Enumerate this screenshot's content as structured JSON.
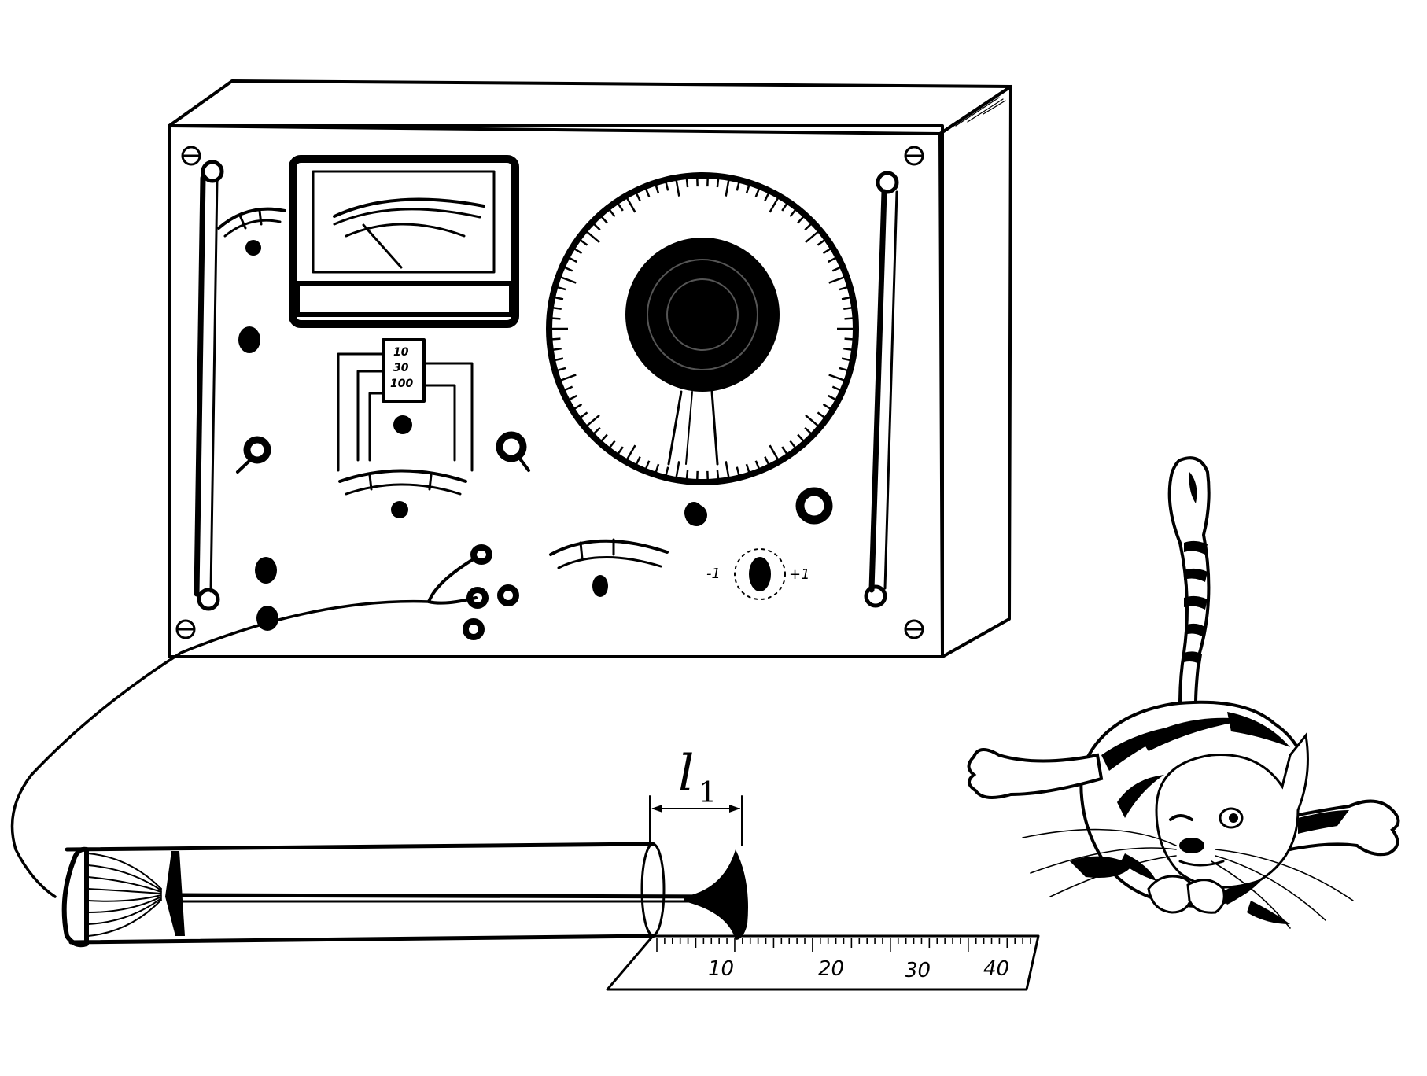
{
  "dimension": {
    "symbol": "l",
    "subscript": "1"
  },
  "ruler": {
    "labels": [
      "10",
      "20",
      "30",
      "40"
    ]
  },
  "range_switch": {
    "labels": [
      "10",
      "30",
      "100"
    ]
  },
  "polarity_switch": {
    "left": "-1",
    "right": "+1"
  },
  "colors": {
    "ink": "#000000",
    "paper": "#ffffff"
  }
}
